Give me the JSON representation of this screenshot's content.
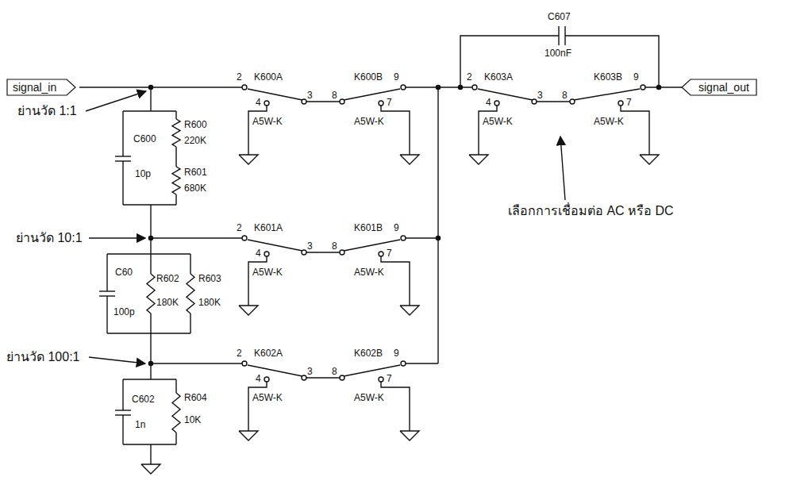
{
  "diagram": {
    "nodes": [
      {
        "text": [
          "signal_in"
        ]
      },
      {
        "text": [
          "signal_out"
        ]
      }
    ],
    "labels": [
      "ย่านวัด 1:1",
      "ย่านวัด 10:1",
      "ย่านวัด 100:1",
      "C607",
      "100nF",
      "เลือกการเชื่อมต่อ AC หรือ DC",
      "C600",
      "10p",
      "R600",
      "220K",
      "R601",
      "680K",
      "C60",
      "100p",
      "R602",
      "180K",
      "R603",
      "180K",
      "C602",
      "1n",
      "R604",
      "10K",
      "K600A",
      "2",
      "3",
      "4",
      "A5W-K",
      "K600B",
      "8",
      "9",
      "7",
      "A5W-K",
      "K601A",
      "2",
      "3",
      "4",
      "A5W-K",
      "K601B",
      "8",
      "9",
      "7",
      "A5W-K",
      "K602A",
      "2",
      "3",
      "4",
      "A5W-K",
      "K602B",
      "8",
      "9",
      "7",
      "A5W-K",
      "K603A",
      "2",
      "3",
      "4",
      "A5W-K",
      "K603B",
      "8",
      "9",
      "7",
      "A5W-K"
    ]
  }
}
